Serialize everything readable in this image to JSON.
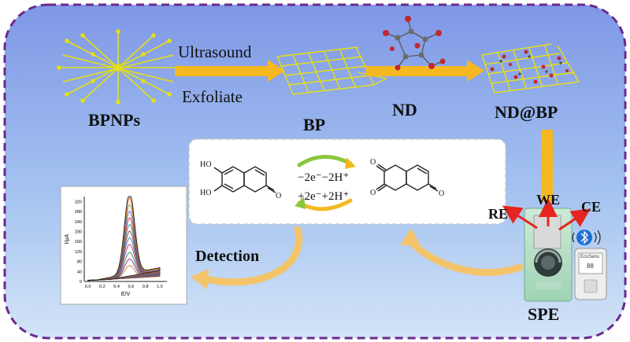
{
  "steps": {
    "exfoliation_top": "Ultrasound",
    "exfoliation_bottom": "Exfoliate"
  },
  "materials": {
    "bpnps": "BPNPs",
    "bp": "BP",
    "nd": "ND",
    "nd_at_bp": "ND@BP",
    "spe": "SPE"
  },
  "electrodes": {
    "re": "RE",
    "we": "WE",
    "ce": "CE"
  },
  "reaction": {
    "forward": "−2e⁻−2H⁺",
    "reverse": "+2e⁻+2H⁺"
  },
  "molecule_labels": {
    "ho": "HO",
    "o": "O"
  },
  "detection": "Detection",
  "device": {
    "screen_brand": "EcoSens",
    "screen_value": "88"
  },
  "colors": {
    "background_top": "#7f97e6",
    "background_bottom": "#cde0f7",
    "border": "#6a2a8e",
    "arrow_yellow": "#f5b821",
    "electrode_arrow": "#e52420",
    "crystal": "#e6e010",
    "nd_red": "#c0282f",
    "curve_arrow": "#f3c46a"
  },
  "chart_data": {
    "type": "line",
    "xlabel": "E/V",
    "ylabel": "I/μA",
    "xlim": [
      -0.05,
      1.1
    ],
    "ylim": [
      0,
      340
    ],
    "x_ticks": [
      "0.0",
      "0.2",
      "0.4",
      "0.6",
      "0.8",
      "1.0"
    ],
    "y_ticks": [
      "0",
      "40",
      "80",
      "120",
      "160",
      "200",
      "240",
      "280",
      "320"
    ],
    "peak_x": 0.58,
    "series_peaks": [
      60,
      85,
      110,
      140,
      165,
      190,
      215,
      240,
      265,
      290,
      315,
      335
    ],
    "series_colors": [
      "#c97b2a",
      "#8c2a8c",
      "#2a8c3a",
      "#d42a7a",
      "#3a7ac8",
      "#7a4a2a",
      "#2a8c8c",
      "#c82a2a",
      "#5a5ac8",
      "#8c8c2a",
      "#e05a1a",
      "#222222"
    ]
  }
}
